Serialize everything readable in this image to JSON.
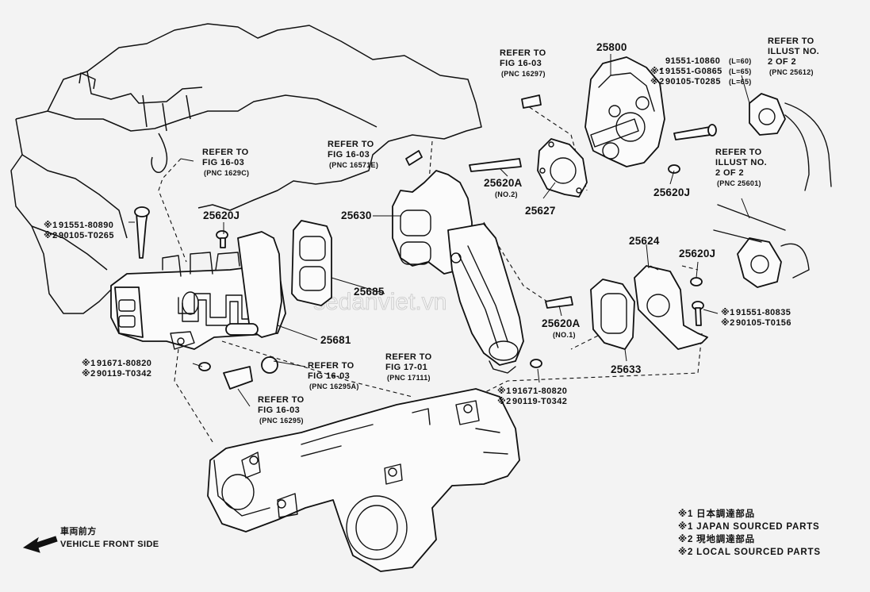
{
  "diagram": {
    "watermark": "sedanviet.vn",
    "callouts": [
      {
        "id": "c25800",
        "lines": [
          "25800"
        ]
      },
      {
        "id": "c25620J_top",
        "lines": [
          "25620J"
        ]
      },
      {
        "id": "c25620J_right",
        "lines": [
          "25620J"
        ]
      },
      {
        "id": "c25620J_left",
        "lines": [
          "25620J"
        ]
      },
      {
        "id": "c25620A_no2",
        "lines": [
          "25620A",
          "(NO.2)"
        ]
      },
      {
        "id": "c25620A_no1",
        "lines": [
          "25620A",
          "(NO.1)"
        ]
      },
      {
        "id": "c25627",
        "lines": [
          "25627"
        ]
      },
      {
        "id": "c25630",
        "lines": [
          "25630"
        ]
      },
      {
        "id": "c25685",
        "lines": [
          "25685"
        ]
      },
      {
        "id": "c25681",
        "lines": [
          "25681"
        ]
      },
      {
        "id": "c25624",
        "lines": [
          "25624"
        ]
      },
      {
        "id": "c25633",
        "lines": [
          "25633"
        ]
      }
    ],
    "refs": [
      {
        "id": "r16297",
        "lines": [
          "REFER TO",
          "FIG 16-03",
          "(PNC 16297)"
        ]
      },
      {
        "id": "r25612",
        "lines": [
          "REFER TO",
          "ILLUST NO.",
          "2 OF 2",
          "(PNC 25612)"
        ]
      },
      {
        "id": "r25601",
        "lines": [
          "REFER TO",
          "ILLUST NO.",
          "2 OF 2",
          "(PNC 25601)"
        ]
      },
      {
        "id": "r16571E",
        "lines": [
          "REFER TO",
          "FIG 16-03",
          "(PNC 16571E)"
        ]
      },
      {
        "id": "r1629C",
        "lines": [
          "REFER TO",
          "FIG 16-03",
          "(PNC 1629C)"
        ]
      },
      {
        "id": "r16295A",
        "lines": [
          "REFER TO",
          "FIG 16-03",
          "(PNC 16295A)"
        ]
      },
      {
        "id": "r16295",
        "lines": [
          "REFER TO",
          "FIG 16-03",
          "(PNC 16295)"
        ]
      },
      {
        "id": "r17111",
        "lines": [
          "REFER TO",
          "FIG 17-01",
          "(PNC 17111)"
        ]
      }
    ],
    "bolt_specs": [
      {
        "id": "b_top_right",
        "lines": [
          {
            "mark": "",
            "part": "91551-10860",
            "note": "(L=60)"
          },
          {
            "mark": "※1",
            "part": "91551-G0865",
            "note": "(L=65)"
          },
          {
            "mark": "※2",
            "part": "90105-T0285",
            "note": "(L=65)"
          }
        ]
      },
      {
        "id": "b_left",
        "lines": [
          {
            "mark": "※1",
            "part": "91551-80890",
            "note": ""
          },
          {
            "mark": "※2",
            "part": "90105-T0265",
            "note": ""
          }
        ]
      },
      {
        "id": "b_mid_left",
        "lines": [
          {
            "mark": "※1",
            "part": "91671-80820",
            "note": ""
          },
          {
            "mark": "※2",
            "part": "90119-T0342",
            "note": ""
          }
        ]
      },
      {
        "id": "b_center",
        "lines": [
          {
            "mark": "※1",
            "part": "91671-80820",
            "note": ""
          },
          {
            "mark": "※2",
            "part": "90119-T0342",
            "note": ""
          }
        ]
      },
      {
        "id": "b_right",
        "lines": [
          {
            "mark": "※1",
            "part": "91551-80835",
            "note": ""
          },
          {
            "mark": "※2",
            "part": "90105-T0156",
            "note": ""
          }
        ]
      }
    ],
    "legend": [
      "※1 日本調達部品",
      "※1 JAPAN SOURCED PARTS",
      "※2 現地調達部品",
      "※2 LOCAL SOURCED PARTS"
    ],
    "direction": {
      "jp": "車両前方",
      "en": "VEHICLE FRONT SIDE"
    }
  }
}
